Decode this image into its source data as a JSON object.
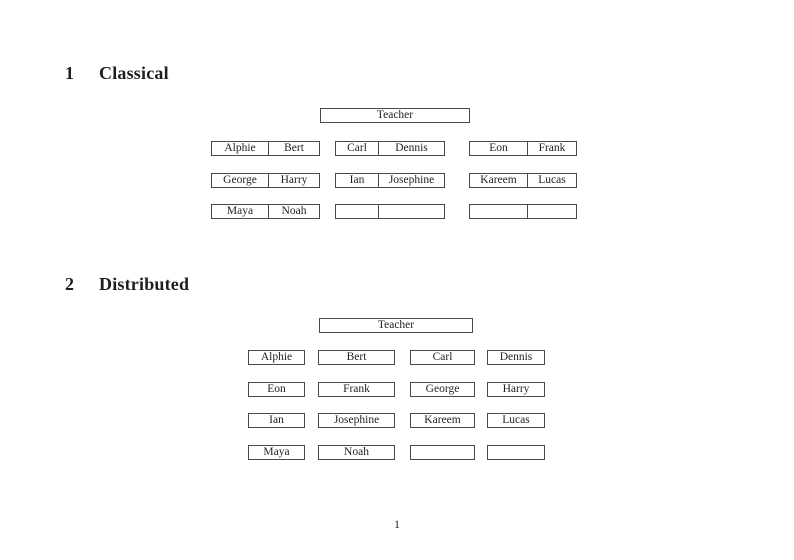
{
  "colors": {
    "background": "#ffffff",
    "border": "#4a4a4a",
    "text": "#1f1f1f"
  },
  "document": {
    "page_number": "1"
  },
  "sections": {
    "classical": {
      "number": "1",
      "title": "Classical",
      "teacher_label": "Teacher",
      "rows": [
        [
          [
            "Alphie",
            "Bert"
          ],
          [
            "Carl",
            "Dennis"
          ],
          [
            "Eon",
            "Frank"
          ]
        ],
        [
          [
            "George",
            "Harry"
          ],
          [
            "Ian",
            "Josephine"
          ],
          [
            "Kareem",
            "Lucas"
          ]
        ],
        [
          [
            "Maya",
            "Noah"
          ],
          [
            "",
            ""
          ],
          [
            "",
            ""
          ]
        ]
      ]
    },
    "distributed": {
      "number": "2",
      "title": "Distributed",
      "teacher_label": "Teacher",
      "rows": [
        [
          "Alphie",
          "Bert",
          "Carl",
          "Dennis"
        ],
        [
          "Eon",
          "Frank",
          "George",
          "Harry"
        ],
        [
          "Ian",
          "Josephine",
          "Kareem",
          "Lucas"
        ],
        [
          "Maya",
          "Noah",
          "",
          ""
        ]
      ]
    }
  }
}
